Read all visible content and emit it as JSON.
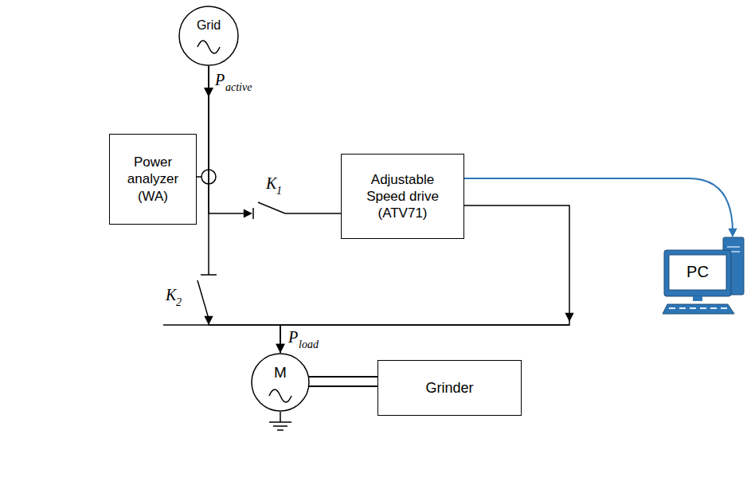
{
  "diagram": {
    "nodes": [
      {
        "text": [
          "Grid"
        ]
      },
      {
        "text": [
          "Power analyzer (WA)"
        ]
      },
      {
        "text": [
          "Adjustable Speed drive (ATV71)"
        ]
      },
      {
        "text": [
          "PC"
        ]
      },
      {
        "text": [
          "M"
        ]
      },
      {
        "text": [
          "Grinder"
        ]
      }
    ],
    "edges": [
      {
        "from": 0,
        "to": 2,
        "arrow": "to"
      },
      {
        "from": 0,
        "to": 4,
        "arrow": "to"
      },
      {
        "from": 2,
        "to": 4,
        "arrow": "to"
      },
      {
        "from": 2,
        "to": 3,
        "arrow": "to"
      },
      {
        "from": 4,
        "to": 5,
        "arrow": "none"
      }
    ],
    "labels": [
      "P",
      "active",
      "K",
      "1",
      "K",
      "2",
      "P",
      "load"
    ]
  }
}
